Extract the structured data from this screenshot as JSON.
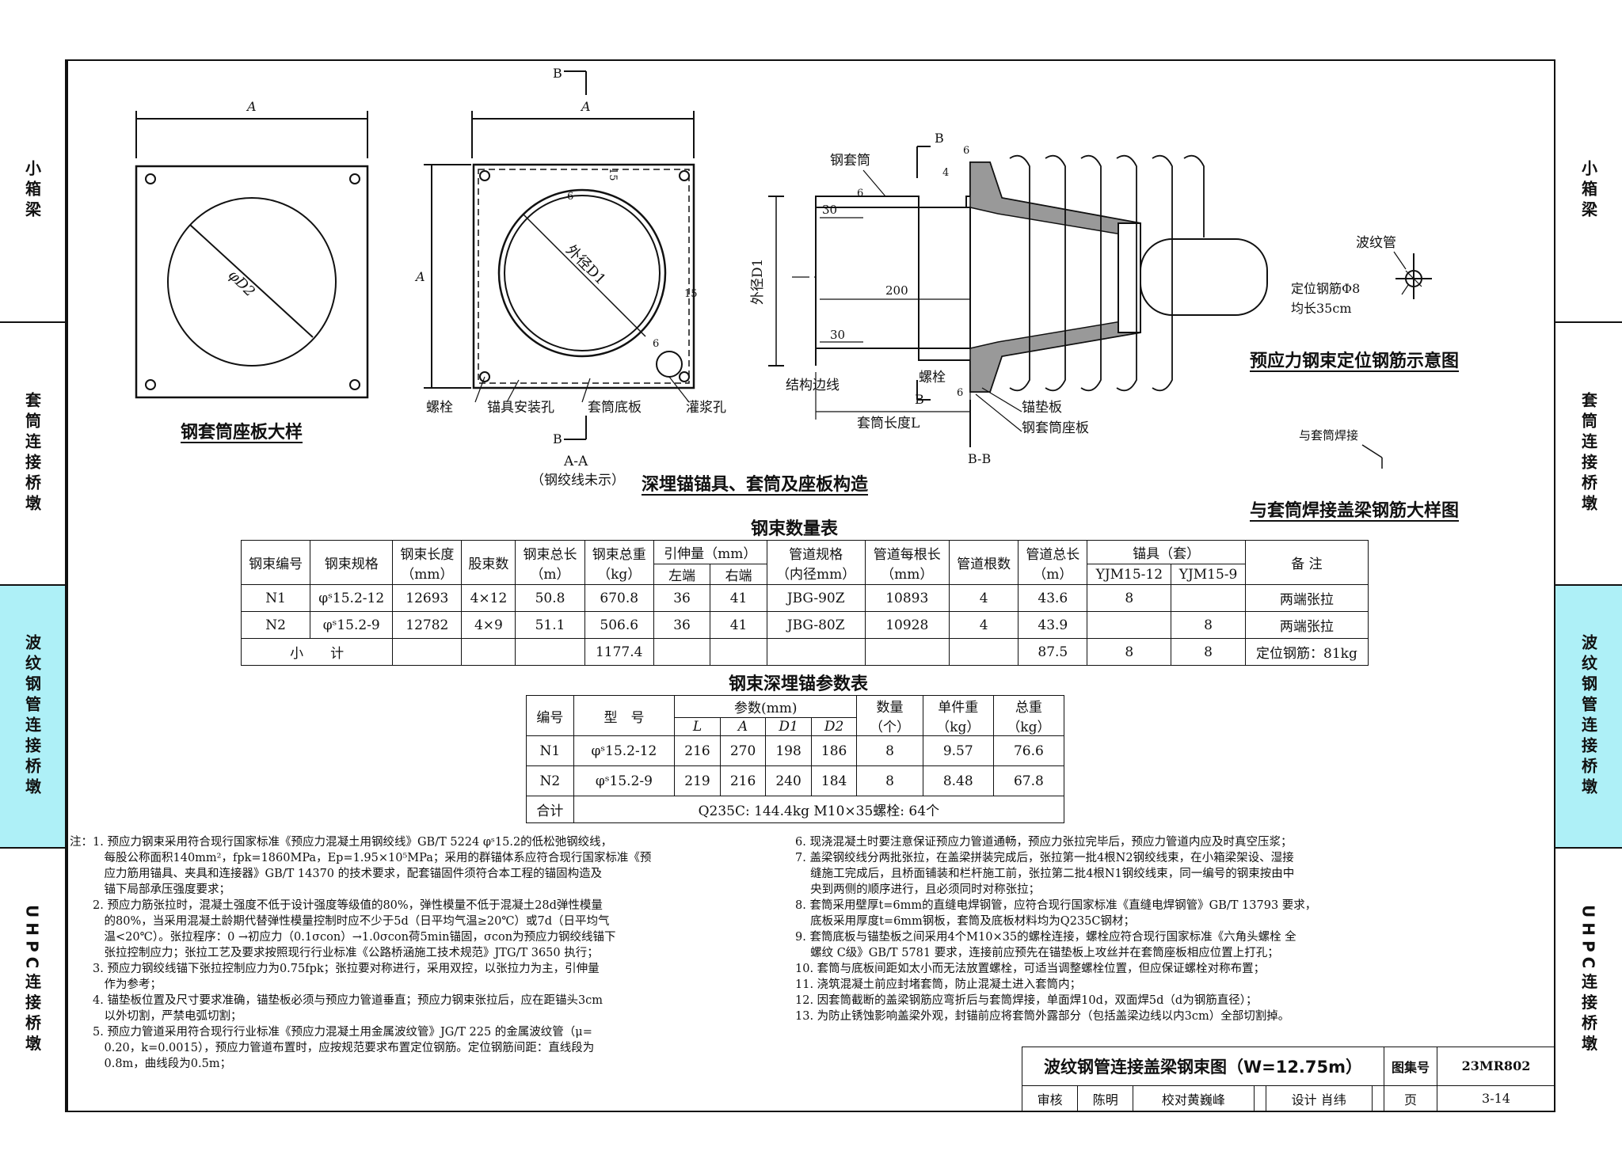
{
  "side_tabs": [
    "小箱梁",
    "套筒连接桥墩",
    "波纹钢管连接桥墩",
    "UHPC连接桥墩"
  ],
  "captions": {
    "plate": "钢套筒座板大样",
    "anchor_title": "深埋锚锚具、套筒及座板构造",
    "aa_label": "A-A",
    "aa_note": "（钢绞线未示）",
    "bb_label": "B-B",
    "position_title": "预应力钢束定位钢筋示意图",
    "weld_title": "与套筒焊接盖梁钢筋大样图"
  },
  "labels": {
    "A": "A",
    "B": "B",
    "phiD2": "φD2",
    "outerD1": "外径D1",
    "outerD1v": "外径D1",
    "n15a": "15",
    "n15b": "15",
    "n6a": "6",
    "n6b": "6",
    "n6c": "6",
    "n6d": "6",
    "n4": "4",
    "n30a": "30",
    "n30b": "30",
    "n200": "200",
    "n6e": "6",
    "bolt": "螺栓",
    "anchor_hole": "锚具安装孔",
    "sleeve_base": "套筒底板",
    "grout_hole": "灌浆孔",
    "steel_sleeve": "钢套筒",
    "struct_edge": "结构边线",
    "bolt2": "螺栓",
    "sleeve_len": "套筒长度L",
    "anchor_plate": "锚垫板",
    "sleeve_seat": "钢套筒座板",
    "corrugated": "波纹管",
    "pos_bar": "定位钢筋Φ8",
    "bar_len": "均长35cm",
    "weld_note": "与套筒焊接"
  },
  "table1": {
    "title": "钢束数量表",
    "headers": [
      "钢束编号",
      "钢束规格",
      "钢束长度（mm）",
      "股束数",
      "钢束总长（m）",
      "钢束总重（kg）",
      "引伸量（mm）",
      "管道规格（内径mm）",
      "管道每根长（mm）",
      "管道根数",
      "管道总长（m）",
      "锚具（套）",
      "备 注"
    ],
    "h_len": "钢束长度",
    "h_len_u": "（mm）",
    "h_total": "钢束总长",
    "h_total_u": "（m）",
    "h_weight": "钢束总重",
    "h_weight_u": "（kg）",
    "h_ext": "引伸量（mm）",
    "h_left": "左端",
    "h_right": "右端",
    "h_pipe": "管道规格",
    "h_pipe_u": "（内径mm）",
    "h_each": "管道每根长",
    "h_each_u": "（mm）",
    "h_ptotal": "管道总长",
    "h_ptotal_u": "（m）",
    "h_anchor": "锚具（套）",
    "h_a1": "YJM15-12",
    "h_a2": "YJM15-9",
    "rows": [
      [
        "N1",
        "φˢ15.2-12",
        "12693",
        "4×12",
        "50.8",
        "670.8",
        "36",
        "41",
        "JBG-90Z",
        "10893",
        "4",
        "43.6",
        "8",
        "",
        "两端张拉"
      ],
      [
        "N2",
        "φˢ15.2-9",
        "12782",
        "4×9",
        "51.1",
        "506.6",
        "36",
        "41",
        "JBG-80Z",
        "10928",
        "4",
        "43.9",
        "",
        "8",
        "两端张拉"
      ]
    ],
    "subtotal": {
      "label": "小　　计",
      "weight": "1177.4",
      "ptotal": "87.5",
      "a1": "8",
      "a2": "8",
      "note": "定位钢筋：81kg"
    }
  },
  "table2": {
    "title": "钢束深埋锚参数表",
    "h_no": "编号",
    "h_type": "型　号",
    "h_param": "参数(mm)",
    "h_L": "L",
    "h_A": "A",
    "h_D1": "D1",
    "h_D2": "D2",
    "h_qty": "数量",
    "h_qty_u": "（个）",
    "h_unit": "单件重",
    "h_unit_u": "（kg）",
    "h_tw": "总重",
    "h_tw_u": "（kg）",
    "rows": [
      [
        "N1",
        "φˢ15.2-12",
        "216",
        "270",
        "198",
        "186",
        "8",
        "9.57",
        "76.6"
      ],
      [
        "N2",
        "φˢ15.2-9",
        "219",
        "216",
        "240",
        "184",
        "8",
        "8.48",
        "67.8"
      ]
    ],
    "total_label": "合计",
    "total_text": "Q235C: 144.4kg M10×35螺栓: 64个"
  },
  "notes_left": [
    "注：1. 预应力钢束采用符合现行国家标准《预应力混凝土用钢绞线》GB/T 5224 φˢ15.2的低松弛钢绞线，",
    "　　　每股公称面积140mm²，fpk=1860MPa，Ep=1.95×10⁵MPa；采用的群锚体系应符合现行国家标准《预",
    "　　　应力筋用锚具、夹具和连接器》GB/T 14370 的技术要求，配套锚固件须符合本工程的锚固构造及",
    "　　　锚下局部承压强度要求；",
    "　　2. 预应力筋张拉时，混凝土强度不低于设计强度等级值的80%，弹性模量不低于混凝土28d弹性模量",
    "　　　的80%，当采用混凝土龄期代替弹性模量控制时应不少于5d（日平均气温≥20℃）或7d（日平均气",
    "　　　温<20℃）。张拉程序：0 →初应力（0.1σcon）→1.0σcon荷5min锚固，σcon为预应力钢绞线锚下",
    "　　　张拉控制应力；张拉工艺及要求按照现行行业标准《公路桥涵施工技术规范》JTG/T 3650 执行；",
    "　　3. 预应力钢绞线锚下张拉控制应力为0.75fpk；张拉要对称进行，采用双控，以张拉力为主，引伸量",
    "　　　作为参考；",
    "　　4. 锚垫板位置及尺寸要求准确，锚垫板必须与预应力管道垂直；预应力钢束张拉后，应在距锚头3cm",
    "　　　以外切割，严禁电弧切割；",
    "　　5. 预应力管道采用符合现行行业标准《预应力混凝土用金属波纹管》JG/T 225 的金属波纹管（μ=",
    "　　　0.20，k=0.0015），预应力管道布置时，应按规范要求布置定位钢筋。定位钢筋间距：直线段为",
    "　　　0.8m，曲线段为0.5m；"
  ],
  "notes_right": [
    "6. 现浇混凝土时要注意保证预应力管道通畅，预应力张拉完毕后，预应力管道内应及时真空压浆；",
    "7. 盖梁钢绞线分两批张拉，在盖梁拼装完成后，张拉第一批4根N2钢绞线束，在小箱梁架设、湿接",
    "　 缝施工完成后，且桥面铺装和栏杆施工前，张拉第二批4根N1钢绞线束，同一编号的钢束按由中",
    "　 央到两侧的顺序进行，且必须同时对称张拉；",
    "8. 套筒采用壁厚t=6mm的直缝电焊钢管，应符合现行国家标准《直缝电焊钢管》GB/T 13793 要求，",
    "　 底板采用厚度t=6mm钢板，套筒及底板材料均为Q235C钢材；",
    "9. 套筒底板与锚垫板之间采用4个M10×35的螺栓连接，螺栓应符合现行国家标准《六角头螺栓 全",
    "　 螺纹 C级》GB/T 5781 要求，连接前应预先在锚垫板上攻丝并在套筒座板相应位置上打孔；",
    "10. 套筒与底板间距如太小而无法放置螺栓，可适当调整螺栓位置，但应保证螺栓对称布置；",
    "11. 浇筑混凝土前应封堵套筒，防止混凝土进入套筒内；",
    "12. 因套筒截断的盖梁钢筋应弯折后与套筒焊接，单面焊10d，双面焊5d（d为钢筋直径）；",
    "13. 为防止锈蚀影响盖梁外观，封锚前应将套筒外露部分（包括盖梁边线以内3cm）全部切割掉。"
  ],
  "titleblock": {
    "title": "波纹钢管连接盖梁钢束图（W=12.75m）",
    "atlas_label": "图集号",
    "atlas_no": "23MR802",
    "review": "审核",
    "reviewer": "陈明",
    "check": "校对",
    "checker": "黄巍峰",
    "design": "设计",
    "designer": "肖纬",
    "page_label": "页",
    "page": "3-14"
  }
}
